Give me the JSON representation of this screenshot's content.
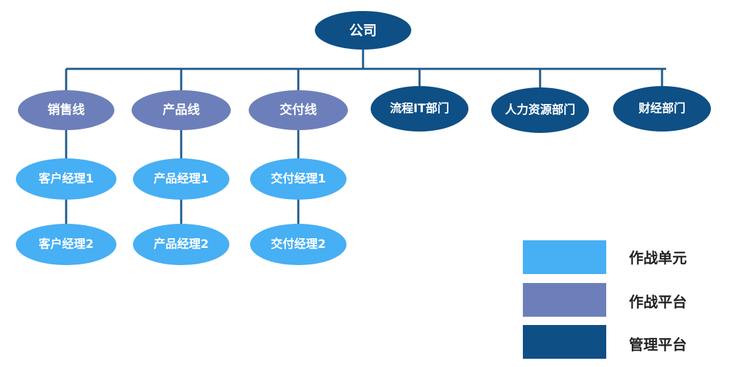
{
  "colors": {
    "management": "#0e4f86",
    "platform": "#6d7fba",
    "unit": "#47aff4",
    "connector": "#1f5a8a",
    "node_text": "#ffffff",
    "legend_text": "#222222"
  },
  "nodes": {
    "root": {
      "label": "公司",
      "type": "management"
    },
    "sales_line": {
      "label": "销售线",
      "type": "platform"
    },
    "product_line": {
      "label": "产品线",
      "type": "platform"
    },
    "delivery_line": {
      "label": "交付线",
      "type": "platform"
    },
    "process_it": {
      "label": "流程IT部门",
      "type": "management"
    },
    "hr": {
      "label": "人力资源部门",
      "type": "management"
    },
    "finance": {
      "label": "财经部门",
      "type": "management"
    },
    "account_mgr_1": {
      "label": "客户经理1",
      "type": "unit"
    },
    "account_mgr_2": {
      "label": "客户经理2",
      "type": "unit"
    },
    "product_mgr_1": {
      "label": "产品经理1",
      "type": "unit"
    },
    "product_mgr_2": {
      "label": "产品经理2",
      "type": "unit"
    },
    "delivery_mgr_1": {
      "label": "交付经理1",
      "type": "unit"
    },
    "delivery_mgr_2": {
      "label": "交付经理2",
      "type": "unit"
    }
  },
  "legend": [
    {
      "label": "作战单元",
      "type": "unit"
    },
    {
      "label": "作战平台",
      "type": "platform"
    },
    {
      "label": "管理平台",
      "type": "management"
    }
  ]
}
